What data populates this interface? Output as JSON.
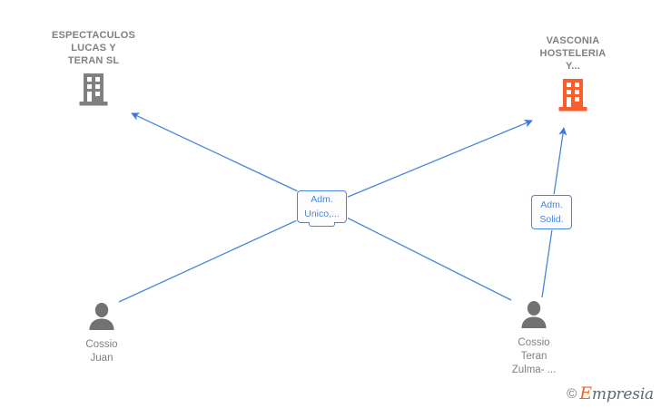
{
  "diagram": {
    "type": "corporate-relationship-graph",
    "background_color": "#ffffff",
    "edge_color": "#4a86d9",
    "company_gray": "#808080",
    "company_highlight": "#f95d2a"
  },
  "companies": [
    {
      "id": "espectaculos-lucas-y-teran-sl",
      "name": "ESPECTACULOS\nLUCAS Y\nTERAN  SL",
      "icon": "building-icon",
      "color": "#808080",
      "highlighted": false
    },
    {
      "id": "vasconia-hosteleria",
      "name": "VASCONIA\nHOSTELERIA\nY...",
      "icon": "building-icon",
      "color": "#f95d2a",
      "highlighted": true
    }
  ],
  "people": [
    {
      "id": "cossio-juan",
      "name": "Cossio\nJuan",
      "icon": "person-icon",
      "color": "#808080"
    },
    {
      "id": "cossio-teran-zulma",
      "name": "Cossio\nTeran\nZulma- ...",
      "icon": "person-icon",
      "color": "#808080"
    }
  ],
  "edge_labels": [
    {
      "id": "adm-unico",
      "text": "Adm.\nUnico,...",
      "color": "#4a86d9"
    },
    {
      "id": "adm-solid",
      "text": "Adm.\nSolid.",
      "color": "#4a86d9"
    }
  ],
  "watermark": {
    "copyright": "©",
    "brand_initial": "E",
    "brand_rest": "mpresia"
  }
}
